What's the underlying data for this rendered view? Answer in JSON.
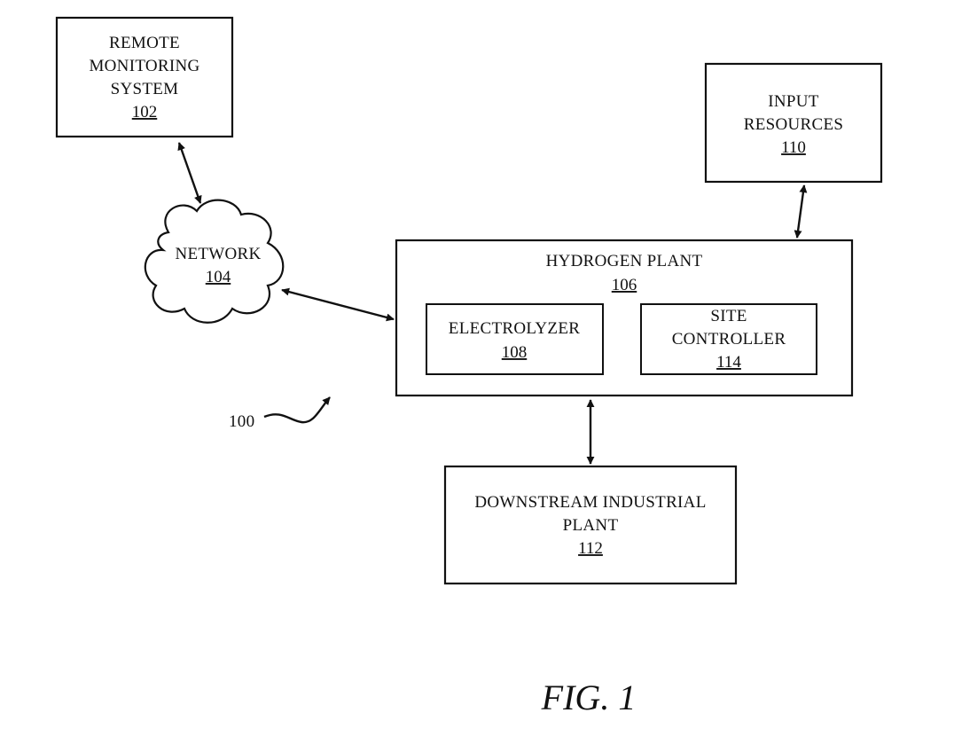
{
  "nodes": {
    "remote_monitoring": {
      "lines": [
        "REMOTE",
        "MONITORING",
        "SYSTEM"
      ],
      "ref": "102"
    },
    "network": {
      "lines": [
        "NETWORK"
      ],
      "ref": "104"
    },
    "hydrogen_plant": {
      "lines": [
        "HYDROGEN PLANT"
      ],
      "ref": "106"
    },
    "electrolyzer": {
      "lines": [
        "ELECTROLYZER"
      ],
      "ref": "108"
    },
    "site_controller": {
      "lines": [
        "SITE",
        "CONTROLLER"
      ],
      "ref": "114"
    },
    "input_resources": {
      "lines": [
        "INPUT",
        "RESOURCES"
      ],
      "ref": "110"
    },
    "downstream_plant": {
      "lines": [
        "DOWNSTREAM INDUSTRIAL",
        "PLANT"
      ],
      "ref": "112"
    }
  },
  "system_ref": "100",
  "caption": "FIG. 1",
  "edges": [
    {
      "from": "remote_monitoring",
      "to": "network",
      "bidirectional": true
    },
    {
      "from": "network",
      "to": "hydrogen_plant",
      "bidirectional": true
    },
    {
      "from": "input_resources",
      "to": "hydrogen_plant",
      "bidirectional": true
    },
    {
      "from": "hydrogen_plant",
      "to": "downstream_plant",
      "bidirectional": true
    }
  ]
}
